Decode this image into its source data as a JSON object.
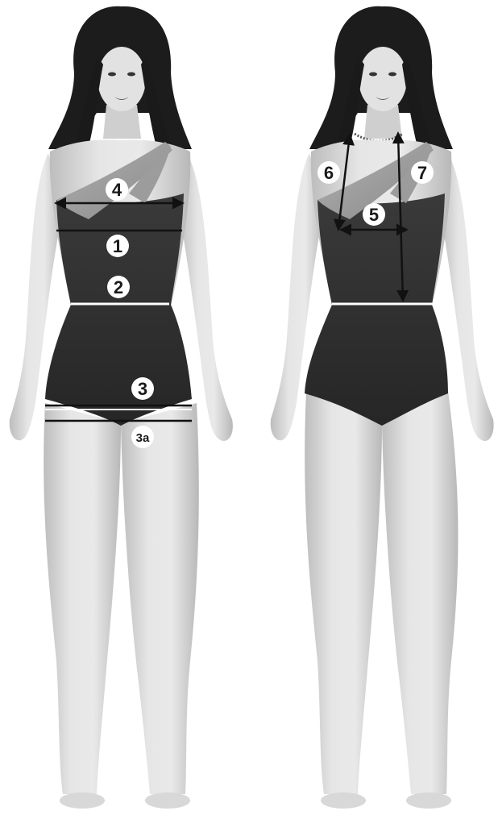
{
  "diagram": {
    "front_view": {
      "callouts": {
        "c4": "4",
        "c1": "1",
        "c2": "2",
        "c3": "3",
        "c3a": "3a"
      }
    },
    "side_view": {
      "callouts": {
        "c6": "6",
        "c7": "7",
        "c5": "5"
      }
    }
  }
}
